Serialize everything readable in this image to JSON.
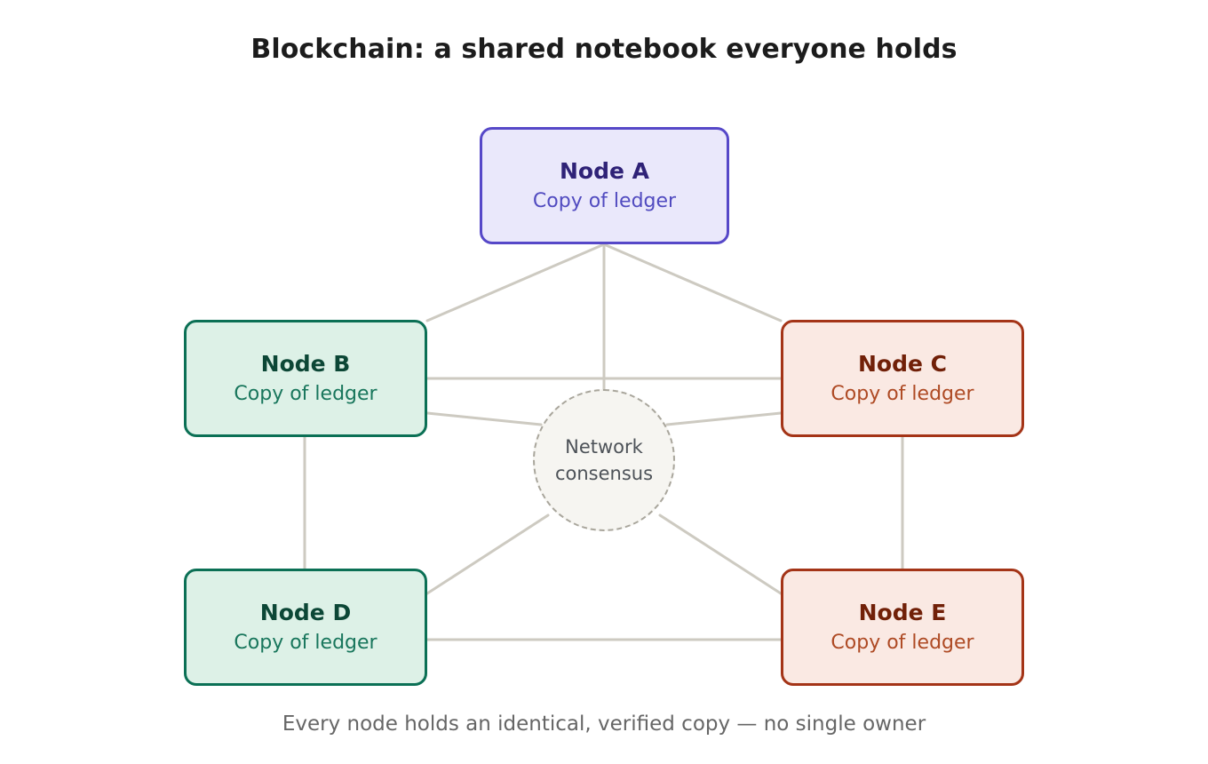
{
  "diagram": {
    "title": "Blockchain: a shared notebook everyone holds",
    "caption": "Every node holds an identical, verified copy — no single owner",
    "hub": {
      "label": "Network\nconsensus",
      "shape": "circle",
      "border_style": "dashed",
      "fill_color": "#f6f5f1",
      "border_color": "#a9a69c",
      "text_color": "#4d5258"
    },
    "nodes": [
      {
        "id": "a",
        "title": "Node A",
        "subtitle": "Copy of ledger",
        "theme": "indigo",
        "fill_color": "#eae8fb",
        "border_color": "#5648c8",
        "title_color": "#2f2277",
        "subtitle_color": "#514bc0"
      },
      {
        "id": "b",
        "title": "Node B",
        "subtitle": "Copy of ledger",
        "theme": "teal",
        "fill_color": "#ddf1e7",
        "border_color": "#0b7055",
        "title_color": "#0c4736",
        "subtitle_color": "#18765c"
      },
      {
        "id": "c",
        "title": "Node C",
        "subtitle": "Copy of ledger",
        "theme": "rust",
        "fill_color": "#fae9e3",
        "border_color": "#a43417",
        "title_color": "#712008",
        "subtitle_color": "#ae4a24"
      },
      {
        "id": "d",
        "title": "Node D",
        "subtitle": "Copy of ledger",
        "theme": "teal",
        "fill_color": "#ddf1e7",
        "border_color": "#0b7055",
        "title_color": "#0c4736",
        "subtitle_color": "#18765c"
      },
      {
        "id": "e",
        "title": "Node E",
        "subtitle": "Copy of ledger",
        "theme": "rust",
        "fill_color": "#fae9e3",
        "border_color": "#a43417",
        "title_color": "#712008",
        "subtitle_color": "#ae4a24"
      }
    ],
    "edges": [
      {
        "from": "a",
        "to": "b"
      },
      {
        "from": "a",
        "to": "c"
      },
      {
        "from": "a",
        "to": "hub"
      },
      {
        "from": "b",
        "to": "c"
      },
      {
        "from": "b",
        "to": "d"
      },
      {
        "from": "c",
        "to": "e"
      },
      {
        "from": "d",
        "to": "e"
      },
      {
        "from": "b",
        "to": "hub"
      },
      {
        "from": "c",
        "to": "hub"
      },
      {
        "from": "d",
        "to": "hub"
      },
      {
        "from": "e",
        "to": "hub"
      }
    ],
    "edge_color": "#cdcac1",
    "background_color": "#ffffff",
    "title_color": "#1c1c1c",
    "caption_color": "#666666"
  }
}
